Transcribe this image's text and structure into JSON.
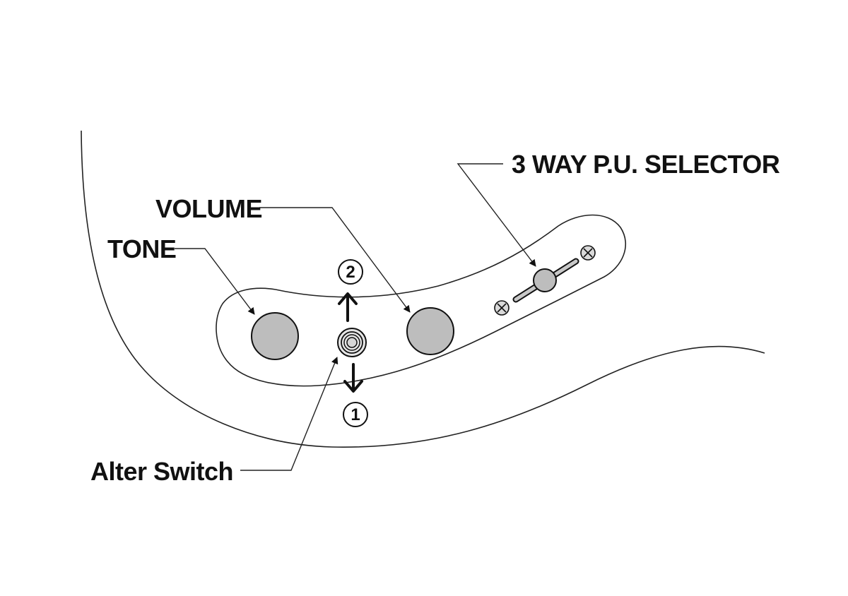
{
  "labels": {
    "tone": "TONE",
    "volume": "VOLUME",
    "selector": "3 WAY P.U. SELECTOR",
    "alter_switch": "Alter Switch"
  },
  "positions": {
    "up": "2",
    "down": "1"
  },
  "colors": {
    "line": "#222222",
    "knob_fill": "#bdbdbd",
    "text": "#111111",
    "background": "#ffffff"
  }
}
